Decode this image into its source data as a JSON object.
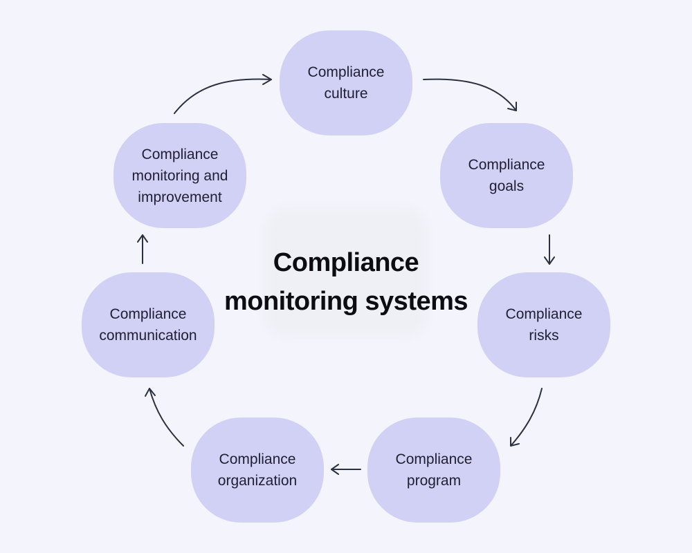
{
  "diagram": {
    "title": "Compliance monitoring systems",
    "nodes": [
      {
        "id": "culture",
        "lines": [
          "Compliance",
          "culture"
        ]
      },
      {
        "id": "goals",
        "lines": [
          "Compliance",
          "goals"
        ]
      },
      {
        "id": "risks",
        "lines": [
          "Compliance",
          "risks"
        ]
      },
      {
        "id": "program",
        "lines": [
          "Compliance",
          "program"
        ]
      },
      {
        "id": "organization",
        "lines": [
          "Compliance",
          "organization"
        ]
      },
      {
        "id": "communication",
        "lines": [
          "Compliance",
          "communication"
        ]
      },
      {
        "id": "monitoring",
        "lines": [
          "Compliance",
          "monitoring and",
          "improvement"
        ]
      }
    ],
    "flow": [
      "culture",
      "goals",
      "risks",
      "program",
      "organization",
      "communication",
      "monitoring",
      "culture"
    ],
    "colors": {
      "background": "#f4f5fc",
      "node": "#d0d1f5",
      "text": "#1e1f33",
      "arrow": "#2a3040",
      "title": "#0c0c12"
    }
  }
}
